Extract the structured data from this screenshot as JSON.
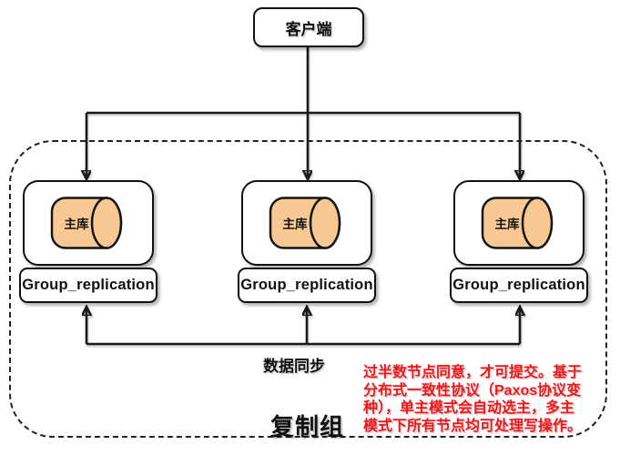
{
  "colors": {
    "annotation_red": "#e8191c",
    "cylinder_fill": "#F8C893",
    "cylinder_stroke": "#141414",
    "line_black": "#1a1a1a"
  },
  "client": {
    "label": "客户端"
  },
  "replication_group": {
    "boundary_label": "复制组",
    "sync_label": "数据同步",
    "nodes": [
      {
        "db_label": "主库",
        "service_label": "Group_replication"
      },
      {
        "db_label": "主库",
        "service_label": "Group_replication"
      },
      {
        "db_label": "主库",
        "service_label": "Group_replication"
      }
    ]
  },
  "annotation": {
    "lines": [
      "过半数节点同意，才可提交。基于",
      "分布式一致性协议（Paxos协议变",
      "种），单主模式会自动选主，多主",
      "模式下所有节点均可处理写操作。"
    ]
  }
}
